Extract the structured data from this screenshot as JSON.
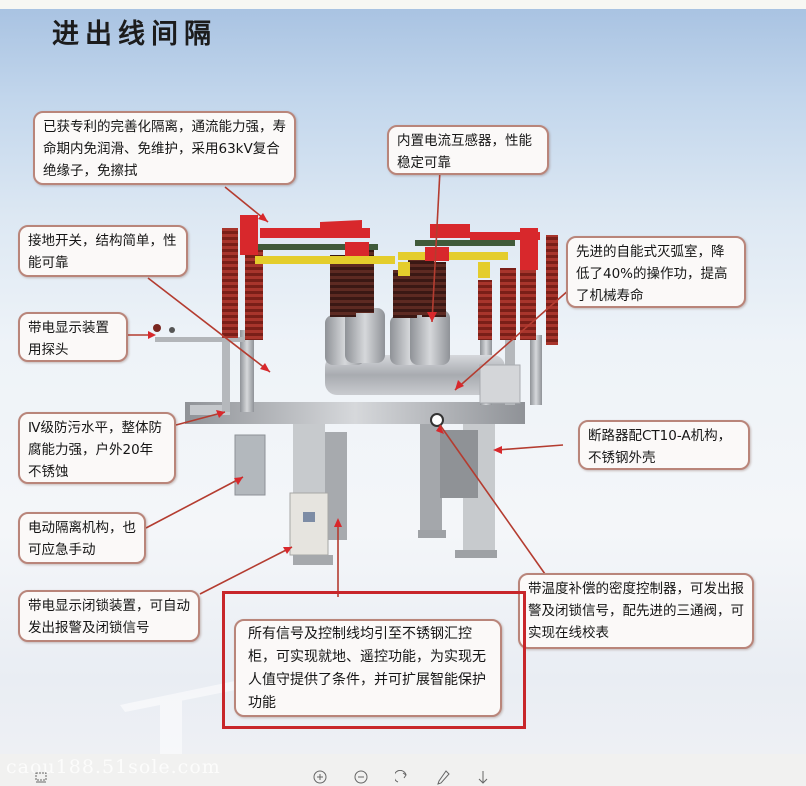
{
  "title": "进出线间隔",
  "callouts": {
    "patent_isolation": "已获专利的完善化隔离，通流能力强，寿命期内免润滑、免维护，采用63kV复合绝缘子，免擦拭",
    "builtin_ct": "内置电流互感器，性能稳定可靠",
    "earthing_switch": "接地开关，结构简单，性能可靠",
    "arc_chamber": "先进的自能式灭弧室，降低了40%的操作功，提高了机械寿命",
    "live_probe": "带电显示装置用探头",
    "pollution_level": "Ⅳ级防污水平，整体防腐能力强，户外20年不锈蚀",
    "breaker_mechanism": "断路器配CT10-A机构，不锈钢外壳",
    "motor_isolation": "电动隔离机构，也可应急手动",
    "live_lock": "带电显示闭锁装置，可自动发出报警及闭锁信号",
    "density_controller": "带温度补偿的密度控制器，可发出报警及闭锁信号，配先进的三通阀，可实现在线校表",
    "control_cabinet": "所有信号及控制线均引至不锈钢汇控柜，可实现就地、遥控功能，为实现无人值守提供了条件，并可扩展智能保护功能"
  },
  "colors": {
    "callout_border": "#b9857a",
    "highlight_frame": "#c8262a",
    "insulator": "#8e2a22",
    "arm_red": "#d8282c",
    "arm_yellow": "#e8d02a",
    "arm_green": "#3f5a3a",
    "steel": "#b9bcc0"
  },
  "watermark": "caou188.51sole.com",
  "viewer_toolbar": {
    "icons": [
      "fit-screen-icon",
      "zoom-in-icon",
      "zoom-out-icon",
      "rotate-icon",
      "edit-icon",
      "download-icon"
    ]
  }
}
